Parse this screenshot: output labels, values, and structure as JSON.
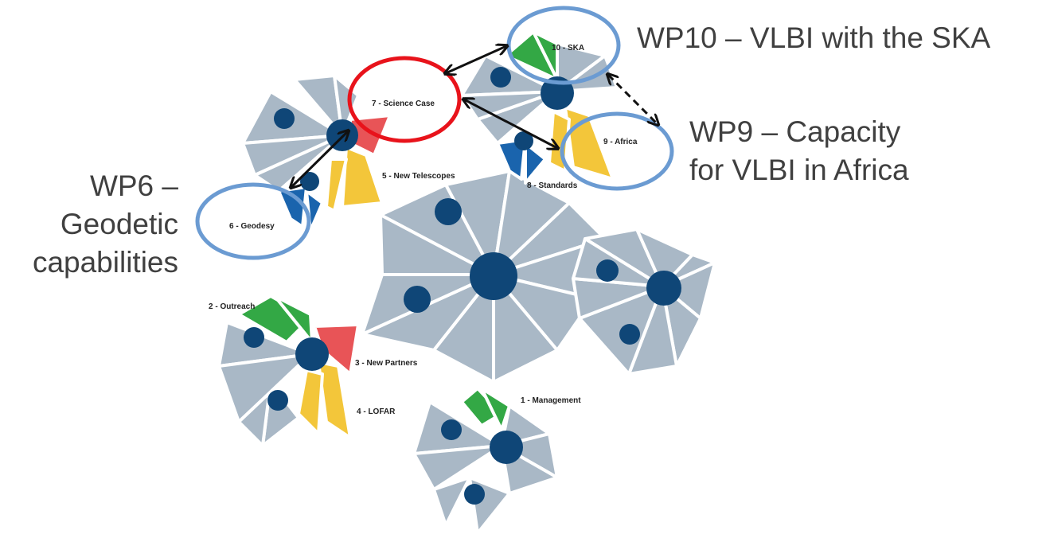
{
  "colors": {
    "petal": "#a9b8c6",
    "hub": "#0f4677",
    "green": "#33a845",
    "red": "#e85457",
    "yellow": "#f3c63a",
    "blue": "#1a64ad",
    "highlight_red": "#e8131b",
    "highlight_blue": "#6b9bd2",
    "arrow": "#111111"
  },
  "work_packages": {
    "wp1": "1 - Management",
    "wp2": "2 - Outreach",
    "wp3": "3 - New Partners",
    "wp4": "4 - LOFAR",
    "wp5": "5 - New Telescopes",
    "wp6": "6 - Geodesy",
    "wp7": "7 - Science Case",
    "wp8": "8 - Standards",
    "wp9": "9 - Africa",
    "wp10": "10 - SKA"
  },
  "callouts": {
    "wp10": "WP10 – VLBI with the SKA",
    "wp9_line1": "WP9 – Capacity",
    "wp9_line2": "for VLBI in Africa",
    "wp6_line1": "WP6 –",
    "wp6_line2": "Geodetic",
    "wp6_line3": "capabilities"
  }
}
